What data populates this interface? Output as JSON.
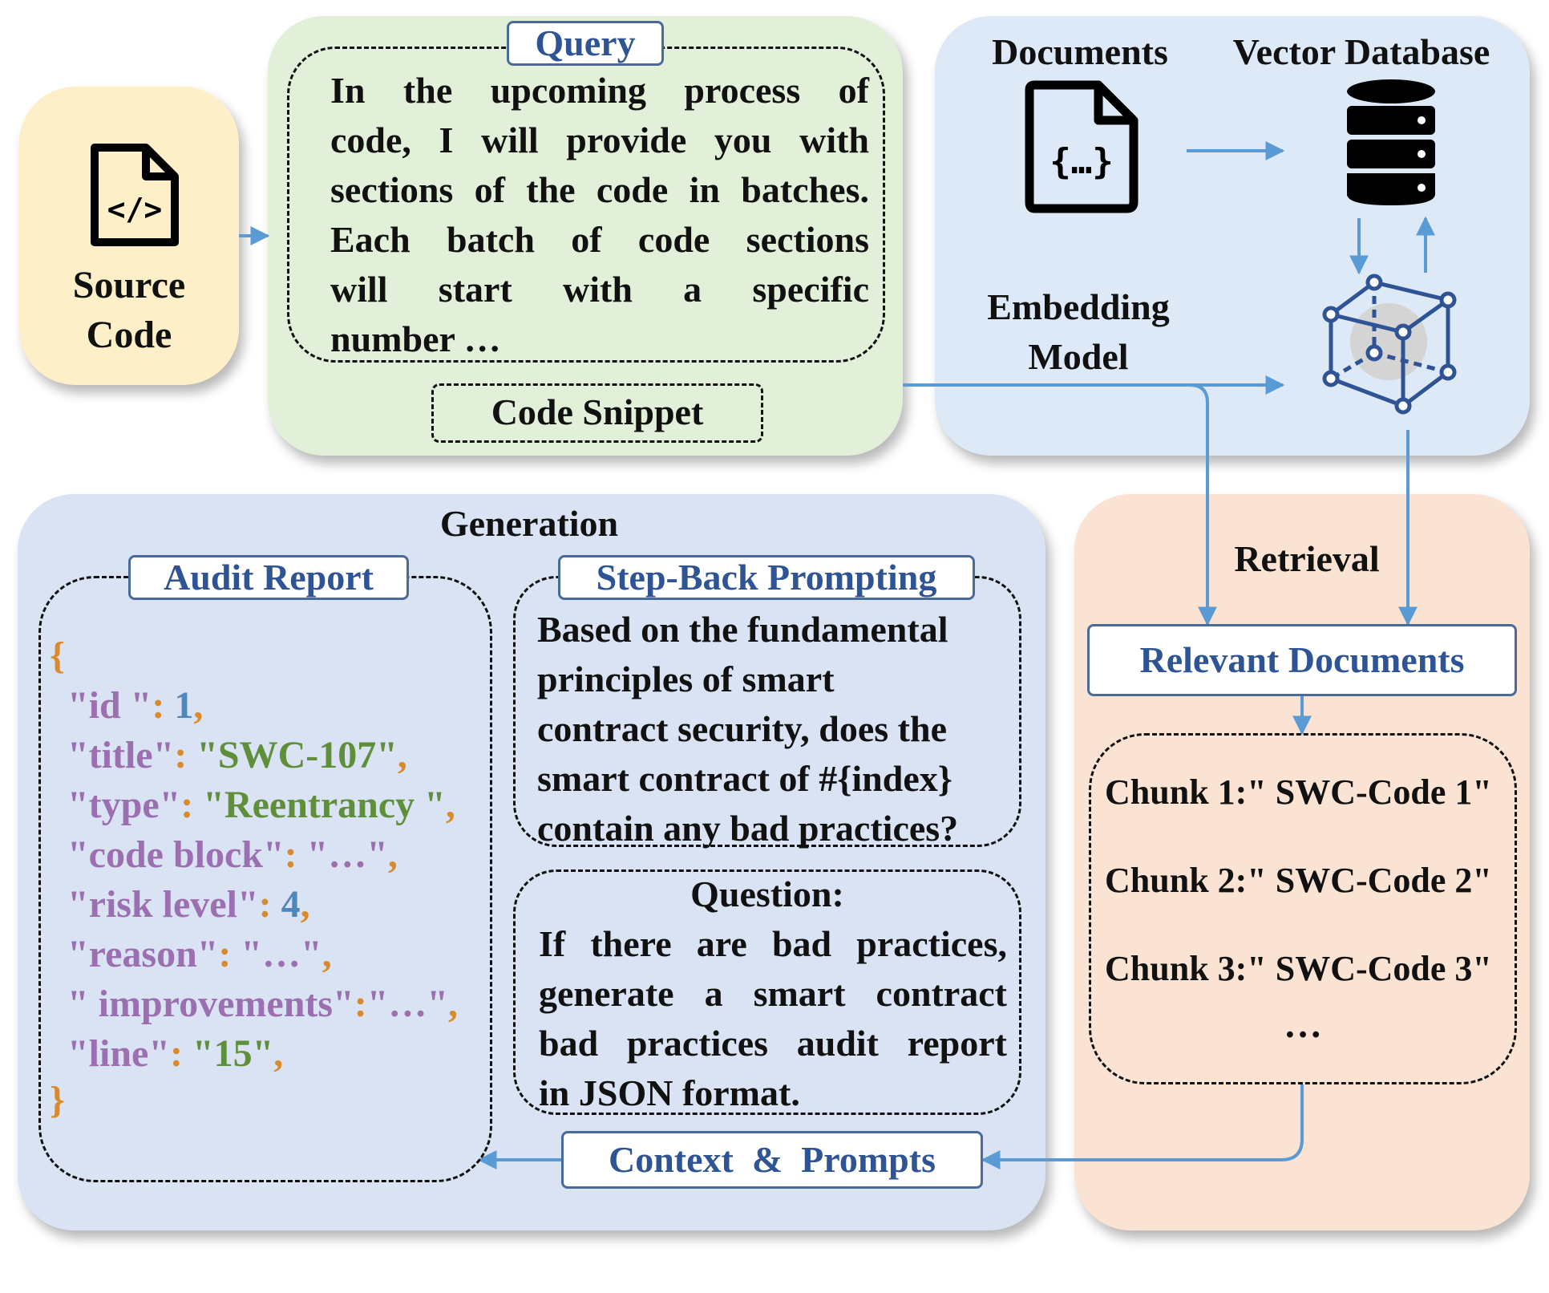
{
  "source": {
    "label_1": "Source",
    "label_2": "Code"
  },
  "query": {
    "tag": "Query",
    "lines": [
      "In the upcoming process of",
      "code, I will provide you with",
      "sections of the code in batches.",
      "Each batch of code sections",
      "will start with a specific",
      "number …"
    ],
    "snippet": "Code Snippet"
  },
  "vector": {
    "documents": "Documents",
    "vector_db": "Vector Database",
    "embedding_1": "Embedding",
    "embedding_2": "Model"
  },
  "generation": {
    "title": "Generation",
    "audit_tag": "Audit Report",
    "json": {
      "open": "{",
      "close": "}",
      "rows": [
        {
          "k": "\"id \"",
          "sep": ": ",
          "v": "1",
          "vt": "n",
          "end": ","
        },
        {
          "k": "\"title\"",
          "sep": ": ",
          "v": "\"SWC-107\"",
          "vt": "s",
          "end": ","
        },
        {
          "k": "\"type\"",
          "sep": ": ",
          "v": "\"Reentrancy \"",
          "vt": "s",
          "end": ","
        },
        {
          "k": "\"code block\"",
          "sep": ": ",
          "v": "\"…\"",
          "vt": "k",
          "end": ","
        },
        {
          "k": "\"risk level\"",
          "sep": ": ",
          "v": "4",
          "vt": "n",
          "end": ","
        },
        {
          "k": "\"reason\"",
          "sep": ": ",
          "v": "\"…\"",
          "vt": "k",
          "end": ","
        },
        {
          "k": "\" improvements\"",
          "sep": ":",
          "v": "\"…\"",
          "vt": "k",
          "end": ","
        },
        {
          "k": "\"line\"",
          "sep": ": ",
          "v": "\"15\"",
          "vt": "s",
          "end": ","
        }
      ]
    },
    "stepback_tag": "Step-Back Prompting",
    "stepback_lines": [
      "Based on the fundamental",
      "principles of smart",
      "contract security, does the",
      "smart contract of #{index}",
      "contain any bad practices?"
    ],
    "question_title": "Question:",
    "question_lines": [
      "If there are bad practices,",
      "generate a smart contract",
      "bad practices audit report",
      "in JSON format."
    ],
    "context_tag": "Context  &  Prompts"
  },
  "retrieval": {
    "title": "Retrieval",
    "relevant": "Relevant Documents",
    "chunks": [
      "Chunk 1:\" SWC-Code 1\"",
      "Chunk 2:\" SWC-Code 2\"",
      "Chunk 3:\" SWC-Code 3\""
    ],
    "ellipsis": "…"
  },
  "colors": {
    "source_bg": "#fdf0c8",
    "query_bg": "#e2efd9",
    "vector_bg": "#dde9f6",
    "generation_bg": "#d9e3f3",
    "retrieval_bg": "#fbe3d3",
    "arrow": "#5b9bd5",
    "tag_text": "#2f5496"
  },
  "icons": [
    "code-file-icon",
    "json-document-icon",
    "database-icon",
    "embedding-cube-icon"
  ]
}
